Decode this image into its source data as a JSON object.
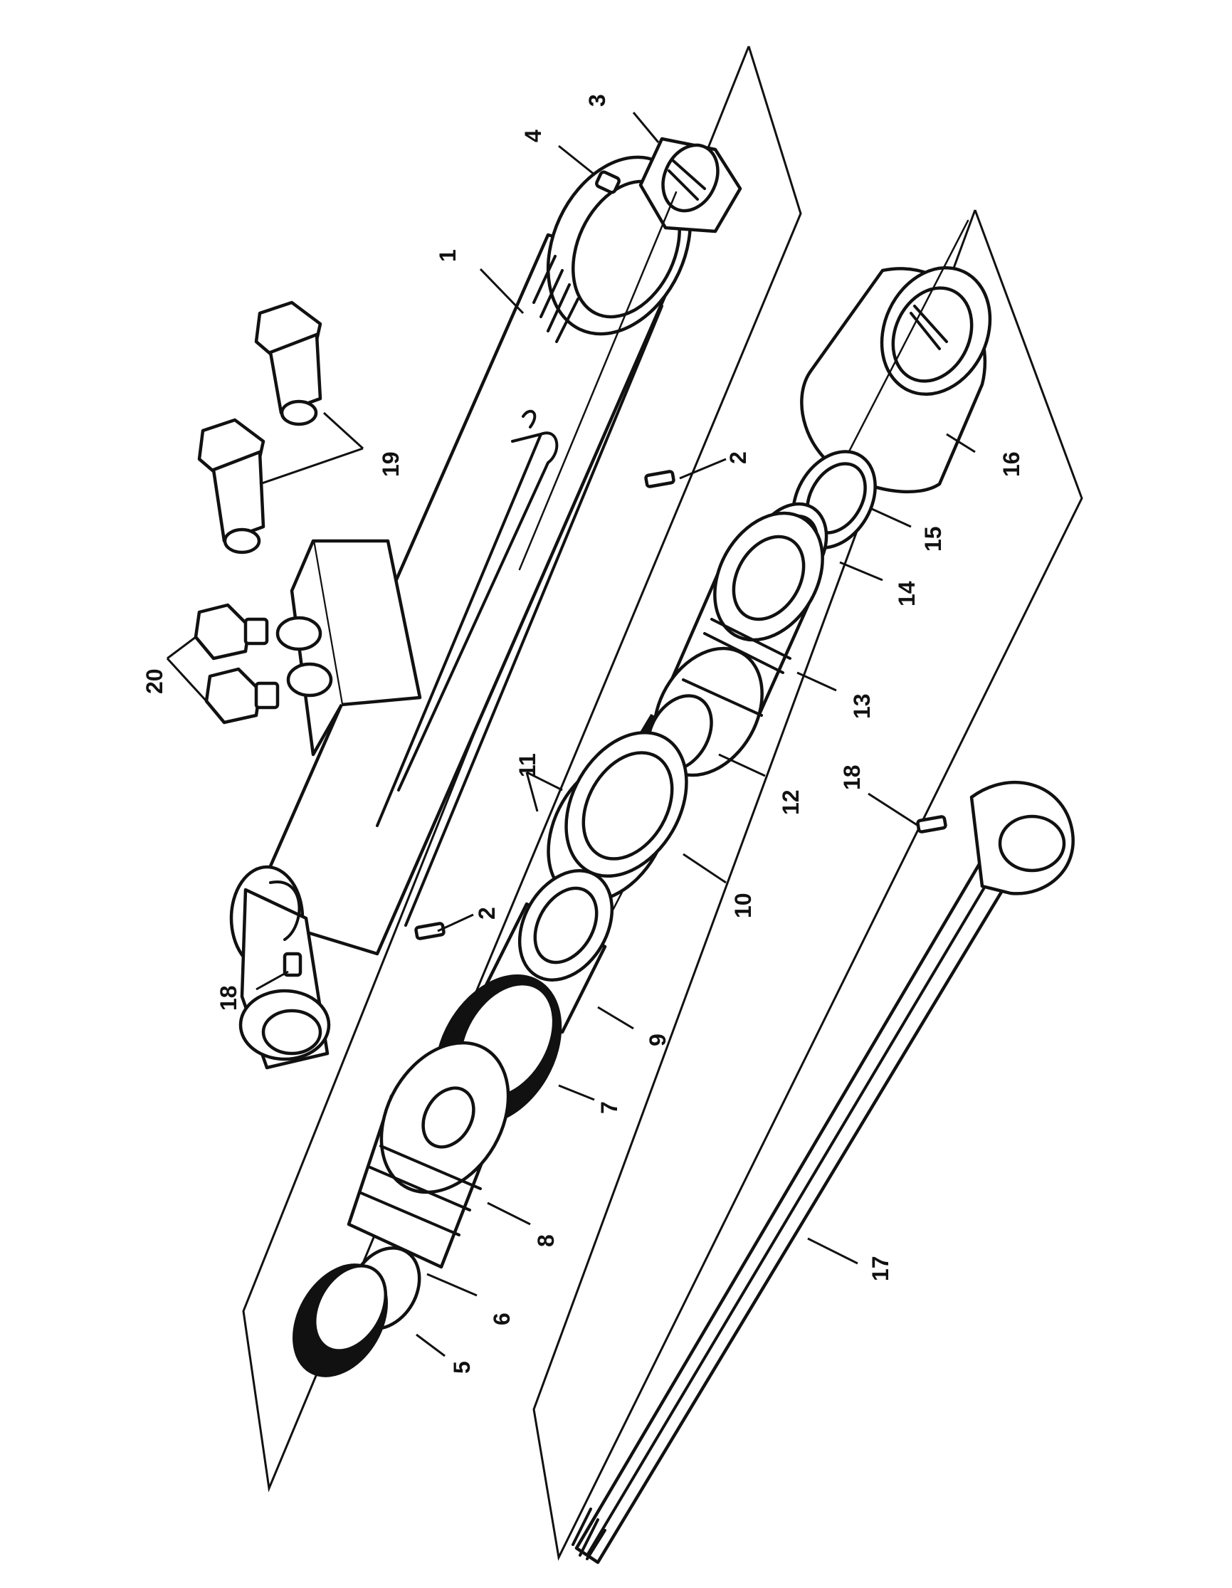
{
  "diagram": {
    "kind": "exploded-parts-view",
    "subject": "hydraulic cylinder",
    "orientation": "rotated 90 degrees clockwise",
    "callouts": [
      {
        "id": "c1",
        "label": "1"
      },
      {
        "id": "c2a",
        "label": "2"
      },
      {
        "id": "c2b",
        "label": "2"
      },
      {
        "id": "c3",
        "label": "3"
      },
      {
        "id": "c4",
        "label": "4"
      },
      {
        "id": "c5",
        "label": "5"
      },
      {
        "id": "c6",
        "label": "6"
      },
      {
        "id": "c7",
        "label": "7"
      },
      {
        "id": "c8",
        "label": "8"
      },
      {
        "id": "c9",
        "label": "9"
      },
      {
        "id": "c10",
        "label": "10"
      },
      {
        "id": "c11",
        "label": "11"
      },
      {
        "id": "c12",
        "label": "12"
      },
      {
        "id": "c13",
        "label": "13"
      },
      {
        "id": "c14",
        "label": "14"
      },
      {
        "id": "c15",
        "label": "15"
      },
      {
        "id": "c16",
        "label": "16"
      },
      {
        "id": "c17",
        "label": "17"
      },
      {
        "id": "c18a",
        "label": "18"
      },
      {
        "id": "c18b",
        "label": "18"
      },
      {
        "id": "c19",
        "label": "19"
      },
      {
        "id": "c20",
        "label": "20"
      }
    ]
  }
}
